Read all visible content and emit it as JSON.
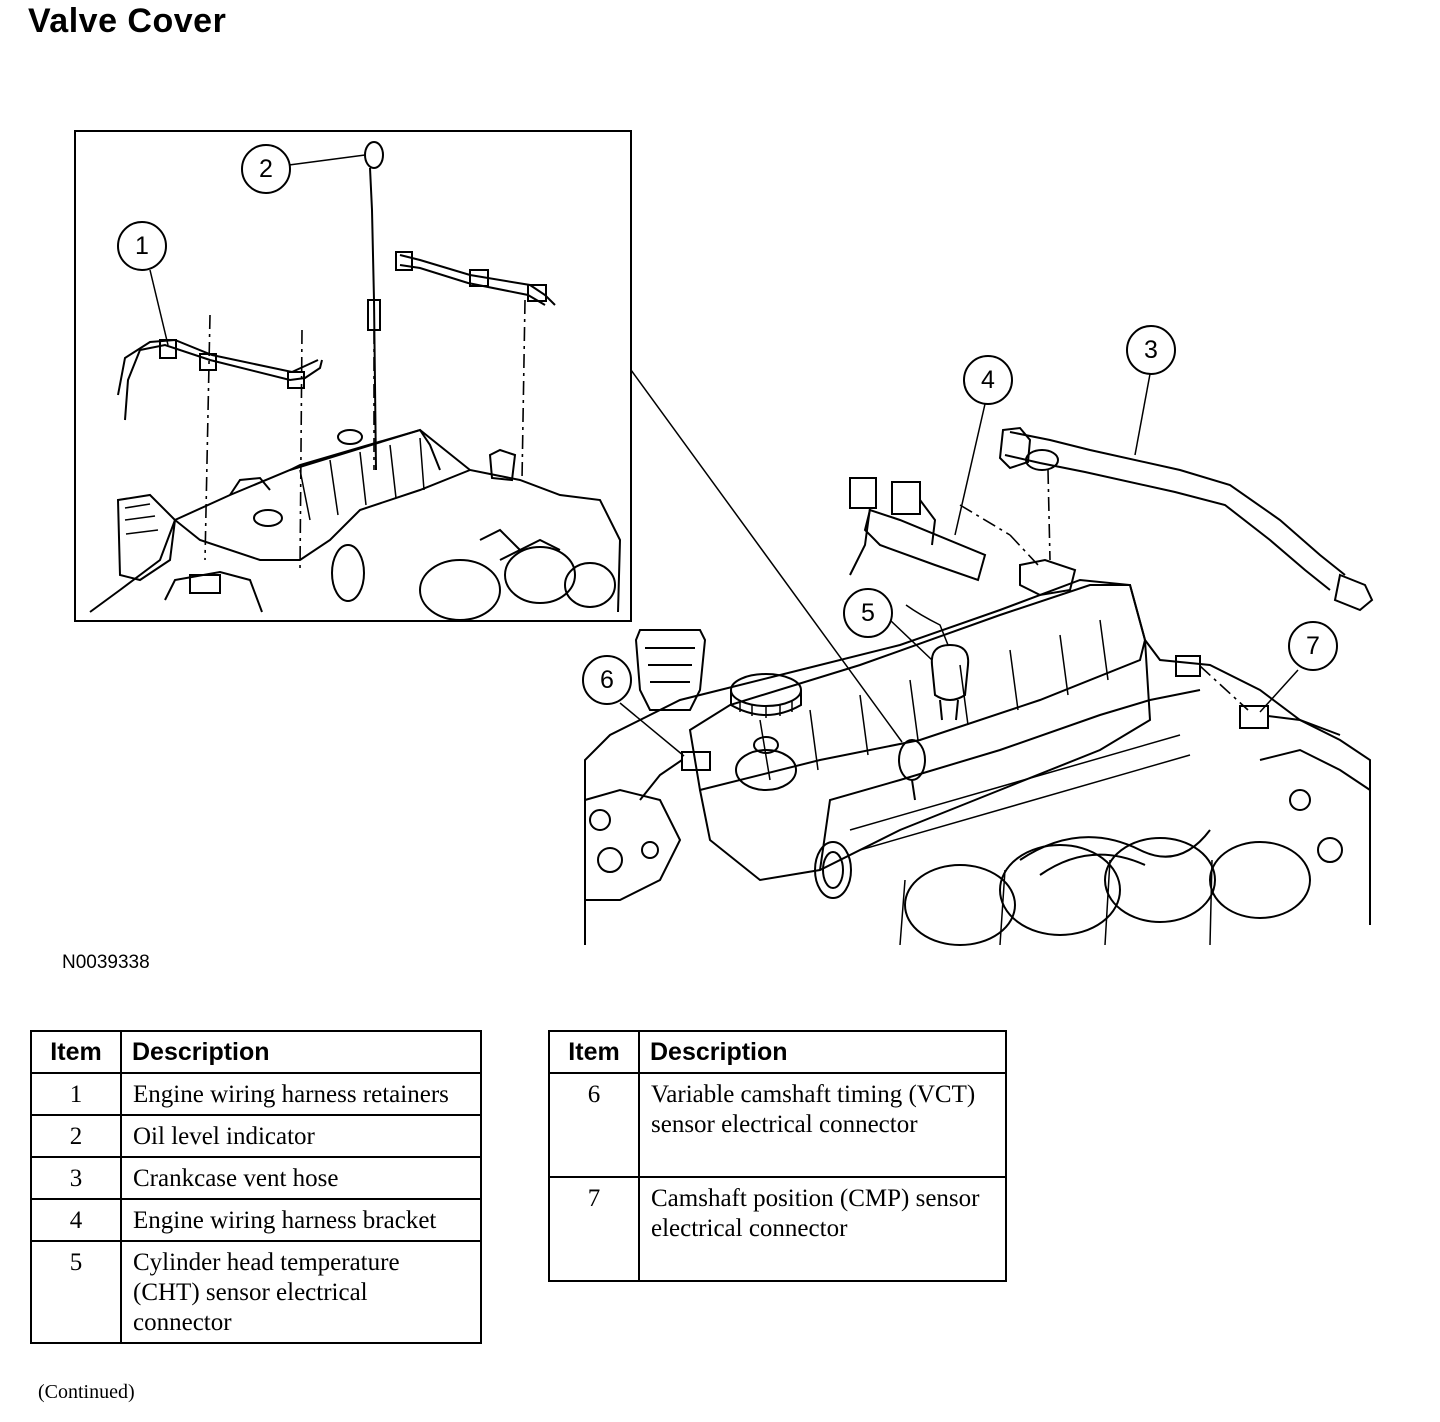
{
  "title": "Valve Cover",
  "figure_id": "N0039338",
  "footer_note": "(Continued)",
  "callouts": [
    "1",
    "2",
    "3",
    "4",
    "5",
    "6",
    "7"
  ],
  "table_headers": {
    "item": "Item",
    "description": "Description"
  },
  "items_left": [
    {
      "item": "1",
      "description": "Engine wiring harness retainers"
    },
    {
      "item": "2",
      "description": "Oil level indicator"
    },
    {
      "item": "3",
      "description": "Crankcase vent hose"
    },
    {
      "item": "4",
      "description": "Engine wiring harness bracket"
    },
    {
      "item": "5",
      "description": "Cylinder head temperature (CHT) sensor electrical connector"
    }
  ],
  "items_right": [
    {
      "item": "6",
      "description": "Variable camshaft timing (VCT) sensor electrical connector"
    },
    {
      "item": "7",
      "description": "Camshaft position (CMP) sensor electrical connector"
    }
  ]
}
